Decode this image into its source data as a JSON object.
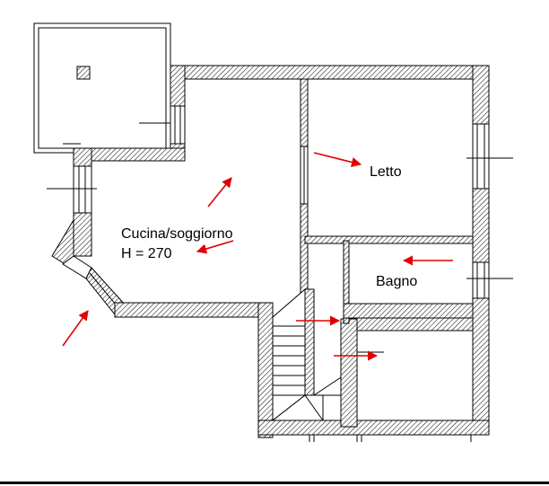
{
  "rooms": {
    "kitchen_living": "Cucina/soggiorno",
    "kitchen_height": "H = 270",
    "bedroom": "Letto",
    "bathroom": "Bagno"
  },
  "colors": {
    "walls": "#000000",
    "arrows": "#e00000",
    "background": "#ffffff"
  }
}
